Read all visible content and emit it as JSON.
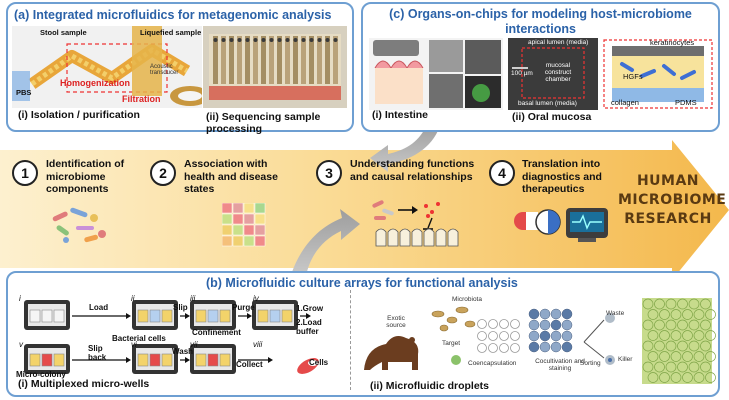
{
  "panel_a": {
    "title": "(a) Integrated microfluidics for metagenomic analysis",
    "caption_i": "(i) Isolation / purification",
    "caption_ii": "(ii) Sequencing sample processing",
    "labels": {
      "stool": "Stool sample",
      "liquefied": "Liquefied sample",
      "pbs": "PBS",
      "homogenization": "Homogenization",
      "filtration": "Filtration",
      "acoustic": "Acoustic transducer"
    }
  },
  "panel_c": {
    "title": "(c) Organs-on-chips for modeling host-microbiome interactions",
    "caption_i": "(i) Intestine",
    "caption_ii": "(ii) Oral mucosa",
    "labels": {
      "apical": "apical lumen (media)",
      "scale": "100 µm",
      "mucosal": "mucosal construct chamber",
      "basal": "basal lumen (media)",
      "keratinocytes": "keratinocytes",
      "hgfs": "HGFs",
      "collagen": "collagen",
      "pdms": "PDMS"
    }
  },
  "steps": [
    {
      "num": "1",
      "text": "Identification of microbiome components"
    },
    {
      "num": "2",
      "text": "Association with health and disease states"
    },
    {
      "num": "3",
      "text": "Understanding functions and causal relationships"
    },
    {
      "num": "4",
      "text": "Translation into diagnostics and therapeutics"
    }
  ],
  "arrow_label": [
    "HUMAN",
    "MICROBIOME",
    "RESEARCH"
  ],
  "panel_b": {
    "title": "(b) Microfluidic culture arrays for functional analysis",
    "caption_i": "(i) Multiplexed micro-wells",
    "caption_ii": "(ii) Microfluidic droplets",
    "wells": {
      "load": "Load",
      "bacterial": "Bacterial cells",
      "slip": "Slip",
      "confinement": "Confinement",
      "purge": "Purge",
      "grow": "1.Grow",
      "loadbuf": "2.Load buffer",
      "slipback": "Slip back",
      "microcolony": "Micro-colony",
      "wash": "Wash",
      "collect": "Collect",
      "cells": "Cells",
      "roman": [
        "i",
        "ii",
        "iii",
        "iv",
        "v",
        "vi",
        "vii",
        "viii"
      ]
    },
    "droplets": {
      "exotic": "Exotic source",
      "microbiota": "Microbiota",
      "target": "Target",
      "coencap": "Coencapsulation",
      "cocult": "Cocultivation and staining",
      "sorting": "Sorting",
      "waste": "Waste",
      "killer": "Killer"
    }
  },
  "colors": {
    "panel_border": "#6e9fd2",
    "title_blue": "#2b62a8",
    "arrow_fill": "#f8c768",
    "arrow_label": "#5a3a12"
  }
}
